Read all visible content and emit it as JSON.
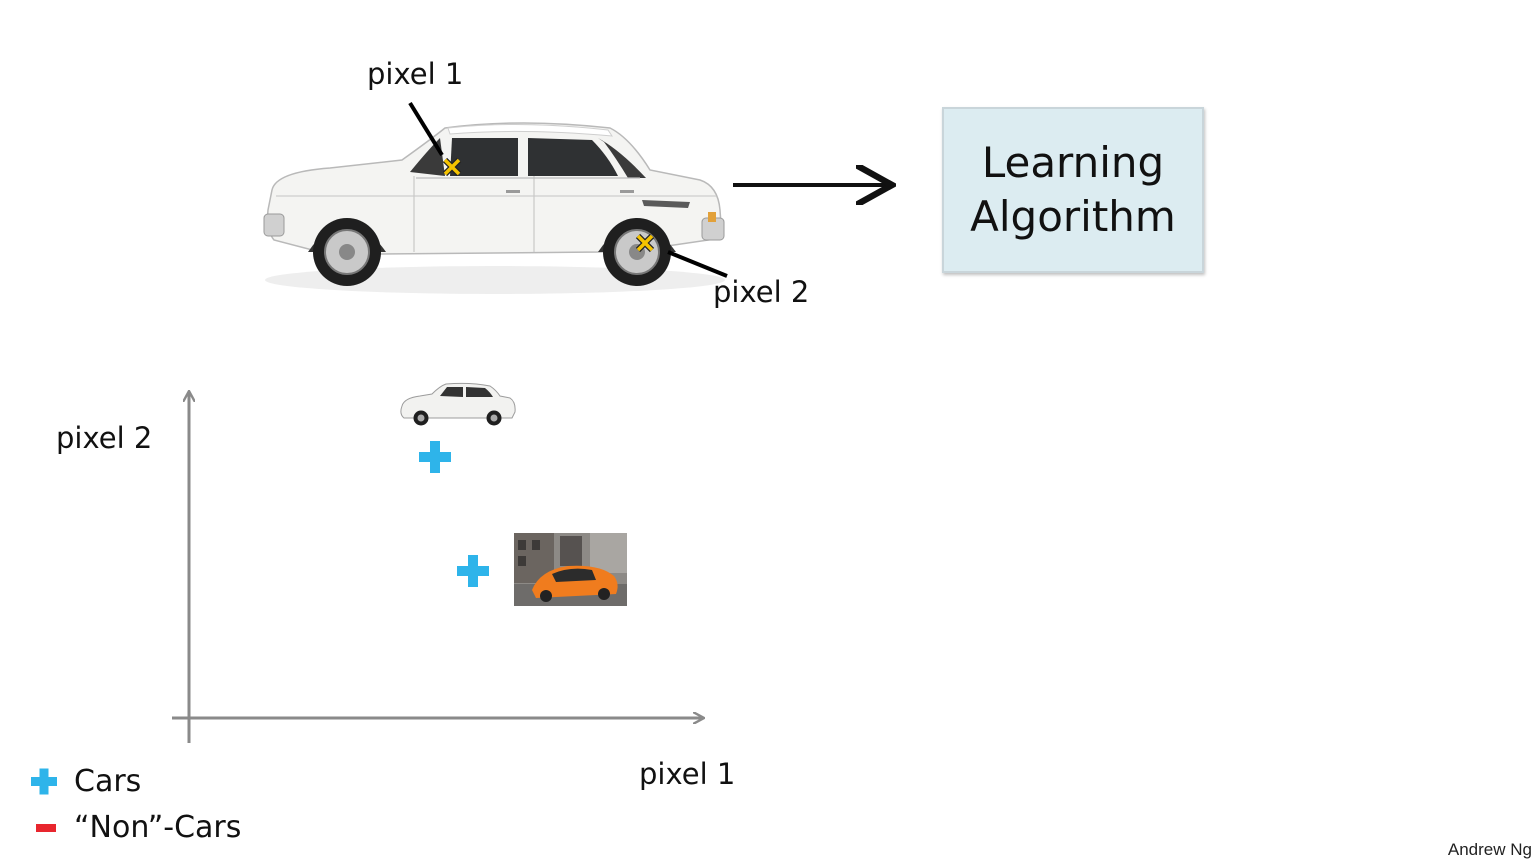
{
  "labels": {
    "pixel_1": "pixel 1",
    "pixel_2": "pixel 2"
  },
  "learning_box": {
    "line1": "Learning",
    "line2": "Algorithm"
  },
  "axes": {
    "x_label": "pixel 1",
    "y_label": "pixel 2"
  },
  "legend": [
    {
      "symbol": "plus",
      "label": "Cars",
      "color": "#2eb4ea"
    },
    {
      "symbol": "minus",
      "label": "“Non”-Cars",
      "color": "#e8262e"
    }
  ],
  "colors": {
    "car_marker": "#2eb4ea",
    "noncar_marker": "#e8262e",
    "pixel_x_marker": "#f5c300",
    "box_fill": "#dcecf1"
  },
  "credit": "Andrew Ng"
}
